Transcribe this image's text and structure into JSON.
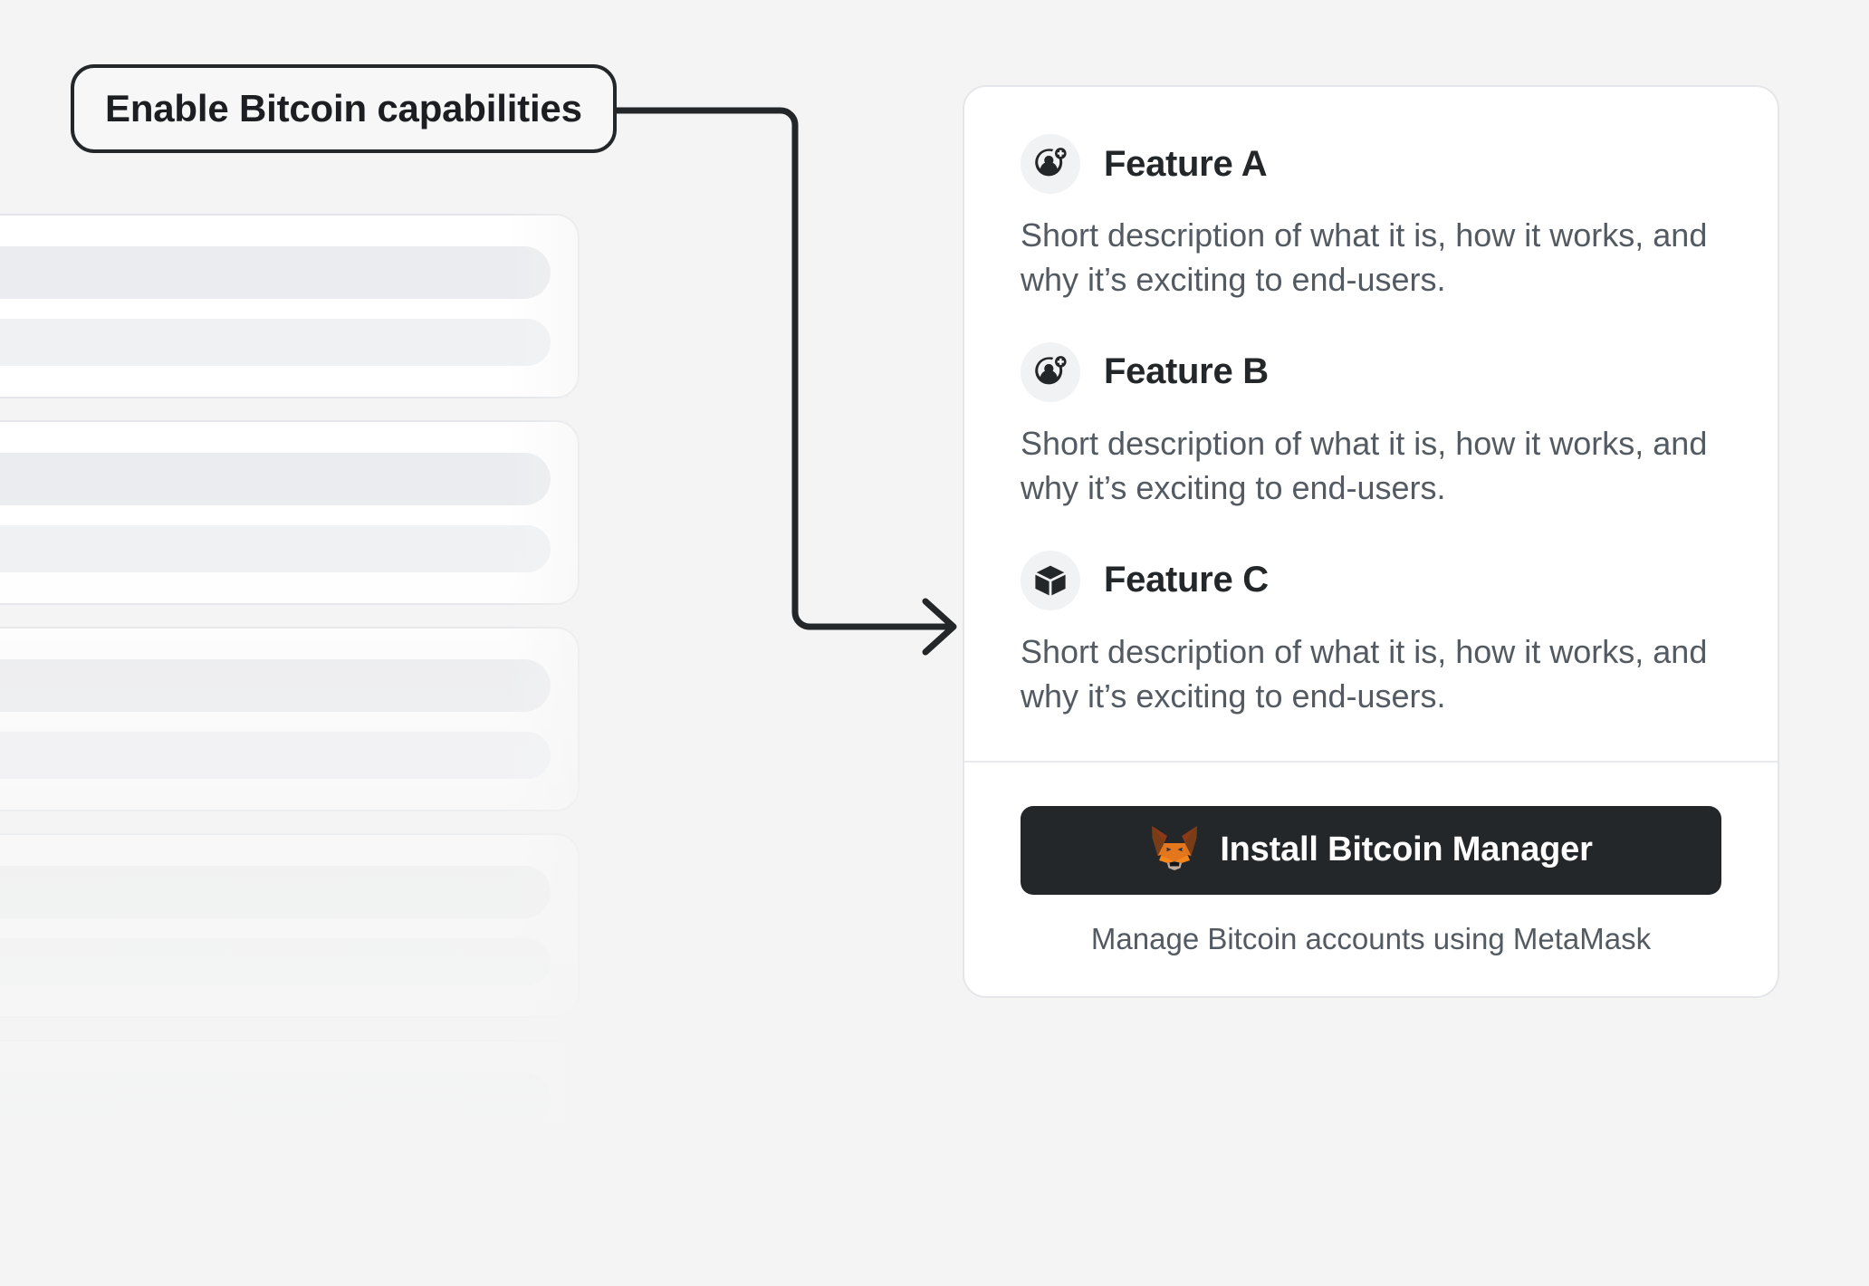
{
  "annotation": {
    "label": "Enable Bitcoin capabilities",
    "connector_color": "#24272a"
  },
  "theme": {
    "background": "#f4f4f4",
    "card_background": "#ffffff",
    "card_border": "#e4e6e9",
    "text_primary": "#24272a",
    "text_secondary": "#535a61",
    "button_background": "#24272a",
    "button_text": "#ffffff",
    "icon_circle_background": "#f1f2f4",
    "skeleton_bar": "#ebecef",
    "metamask_orange": "#e2761b"
  },
  "skeleton": {
    "cards": [
      {
        "bars": 2
      },
      {
        "bars": 2
      },
      {
        "bars": 2
      },
      {
        "bars": 2
      },
      {
        "bars": 2
      }
    ]
  },
  "card": {
    "features": [
      {
        "icon": "add-account-icon",
        "title": "Feature A",
        "description": "Short description of what it is, how it works, and why it’s exciting to end-users."
      },
      {
        "icon": "add-account-icon",
        "title": "Feature B",
        "description": "Short description of what it is, how it works, and why it’s exciting to end-users."
      },
      {
        "icon": "cube-icon",
        "title": "Feature C",
        "description": "Short description of what it is, how it works, and why it’s exciting to end-users."
      }
    ],
    "footer": {
      "install_button_label": "Install Bitcoin Manager",
      "install_button_icon": "metamask-fox-icon",
      "caption": "Manage Bitcoin accounts using MetaMask"
    }
  }
}
